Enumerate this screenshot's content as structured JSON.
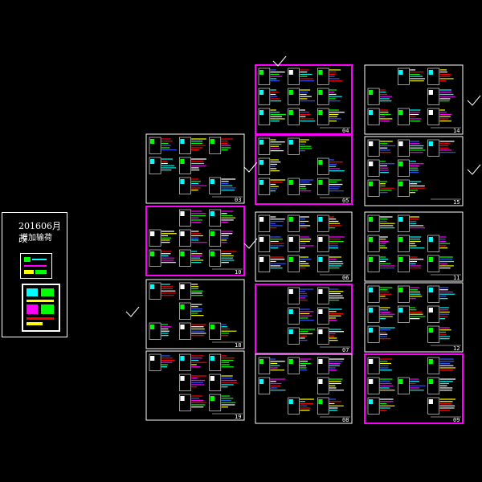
{
  "legend": {
    "line1": "201606月改",
    "line2": "增加输荷"
  },
  "sheets": [
    {
      "id": "s04",
      "label": "04",
      "border": "magenta",
      "checked": true
    },
    {
      "id": "s14",
      "label": "14",
      "border": "white",
      "checked": true
    },
    {
      "id": "s03",
      "label": "03",
      "border": "white",
      "checked": true
    },
    {
      "id": "s05",
      "label": "05",
      "border": "magenta",
      "checked": false
    },
    {
      "id": "s15",
      "label": "15",
      "border": "white",
      "checked": true
    },
    {
      "id": "s10",
      "label": "10",
      "border": "magenta",
      "checked": true
    },
    {
      "id": "s06",
      "label": "06",
      "border": "white",
      "checked": false
    },
    {
      "id": "s11",
      "label": "11",
      "border": "white",
      "checked": false
    },
    {
      "id": "s18",
      "label": "18",
      "border": "white",
      "checked": true
    },
    {
      "id": "s07",
      "label": "07",
      "border": "magenta",
      "checked": false
    },
    {
      "id": "s12",
      "label": "12",
      "border": "white",
      "checked": false
    },
    {
      "id": "s19",
      "label": "19",
      "border": "white",
      "checked": false
    },
    {
      "id": "s08",
      "label": "08",
      "border": "white",
      "checked": false
    },
    {
      "id": "s09",
      "label": "09",
      "border": "magenta",
      "checked": false
    }
  ],
  "colors": {
    "white": "#ffffff",
    "magenta": "#ff00ff",
    "green": "#00ff00",
    "cyan": "#00ffff",
    "yellow": "#ffff00",
    "red": "#ff0000",
    "blue": "#3355ff"
  }
}
